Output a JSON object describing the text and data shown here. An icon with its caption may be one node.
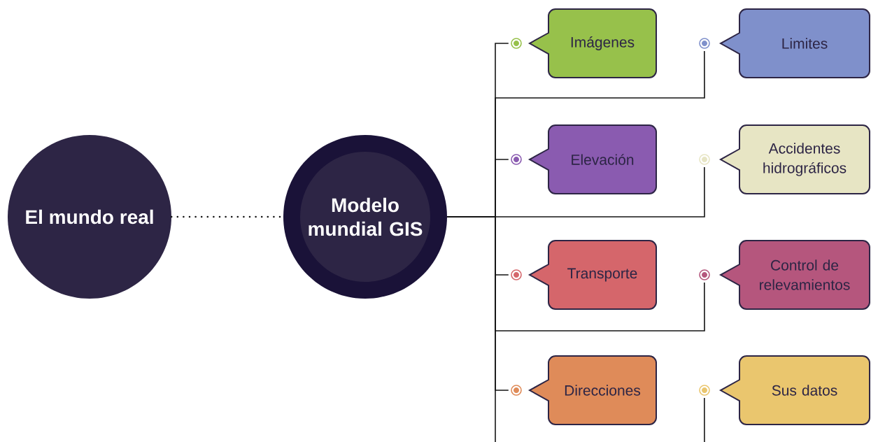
{
  "diagram": {
    "nodes": [
      {
        "text": [
          "El mundo real"
        ]
      },
      {
        "text": [
          "Modelo mundial GIS"
        ]
      },
      {
        "text": [
          "Imágenes"
        ]
      },
      {
        "text": [
          "Limites"
        ]
      },
      {
        "text": [
          "Elevación"
        ]
      },
      {
        "text": [
          "Accidentes hidrográficos"
        ]
      },
      {
        "text": [
          "Transporte"
        ]
      },
      {
        "text": [
          "Control de relevamientos"
        ]
      },
      {
        "text": [
          "Direcciones"
        ]
      },
      {
        "text": [
          "Sus datos"
        ]
      }
    ],
    "edges": [
      {
        "from": 0,
        "to": 1,
        "arrow": "none",
        "style": "dashed"
      },
      {
        "from": 1,
        "to": 2,
        "arrow": "none"
      },
      {
        "from": 1,
        "to": 3,
        "arrow": "none"
      },
      {
        "from": 1,
        "to": 4,
        "arrow": "none"
      },
      {
        "from": 1,
        "to": 5,
        "arrow": "none"
      },
      {
        "from": 1,
        "to": 6,
        "arrow": "none"
      },
      {
        "from": 1,
        "to": 7,
        "arrow": "none"
      },
      {
        "from": 1,
        "to": 8,
        "arrow": "none"
      },
      {
        "from": 1,
        "to": 9,
        "arrow": "none"
      }
    ]
  }
}
